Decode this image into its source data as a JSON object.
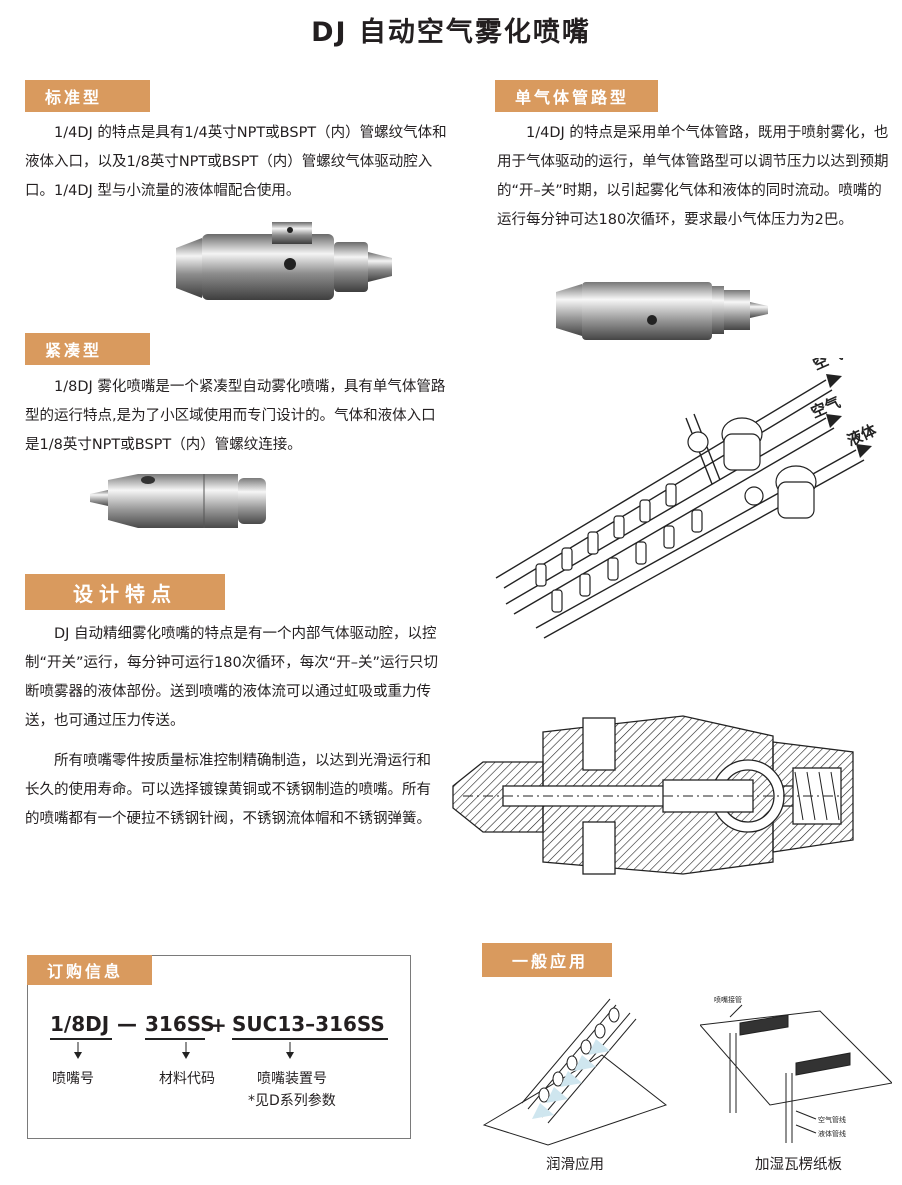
{
  "page_title": "DJ 自动空气雾化喷嘴",
  "standard": {
    "heading": "标准型",
    "body": "1/4DJ 的特点是具有1/4英寸NPT或BSPT（内）管螺纹气体和液体入口，以及1/8英寸NPT或BSPT（内）管螺纹气体驱动腔入口。1/4DJ 型与小流量的液体帽配合使用。"
  },
  "compact": {
    "heading": "紧凑型",
    "body": "1/8DJ 雾化喷嘴是一个紧凑型自动雾化喷嘴，具有单气体管路型的运行特点,是为了小区域使用而专门设计的。气体和液体入口是1/8英寸NPT或BSPT（内）管螺纹连接。"
  },
  "single_air": {
    "heading": "单气体管路型",
    "body": "1/4DJ 的特点是采用单个气体管路，既用于喷射雾化，也用于气体驱动的运行，单气体管路型可以调节压力以达到预期的“开–关”时期，以引起雾化气体和液体的同时流动。喷嘴的运行每分钟可达180次循环，要求最小气体压力为2巴。"
  },
  "piping_labels": {
    "air1": "空气",
    "air2": "空气",
    "liquid": "液体"
  },
  "design": {
    "heading": "设计特点",
    "p1": "DJ 自动精细雾化喷嘴的特点是有一个内部气体驱动腔，以控制“开关”运行，每分钟可运行180次循环，每次“开–关”运行只切断喷雾器的液体部份。送到喷嘴的液体流可以通过虹吸或重力传送，也可通过压力传送。",
    "p2": "所有喷嘴零件按质量标准控制精确制造，以达到光滑运行和长久的使用寿命。可以选择镀镍黄铜或不锈钢制造的喷嘴。所有的喷嘴都有一个硬拉不锈钢针阀，不锈钢流体帽和不锈钢弹簧。"
  },
  "order": {
    "heading": "订购信息",
    "part1": "1/8DJ",
    "dash": "—",
    "part2": "316SS",
    "plus": "+",
    "part3": "SUC13–316SS",
    "label1": "喷嘴号",
    "label2": "材料代码",
    "label3": "喷嘴装置号",
    "note": "*见D系列参数"
  },
  "applications": {
    "heading": "一般应用",
    "caption1": "润滑应用",
    "caption2": "加湿瓦楞纸板",
    "small_labels": {
      "top": "喷嘴接管",
      "air": "空气管线",
      "liquid": "液体管线"
    }
  },
  "colors": {
    "accent": "#d99a5e",
    "text": "#231f20",
    "border": "#7a7a7a"
  }
}
